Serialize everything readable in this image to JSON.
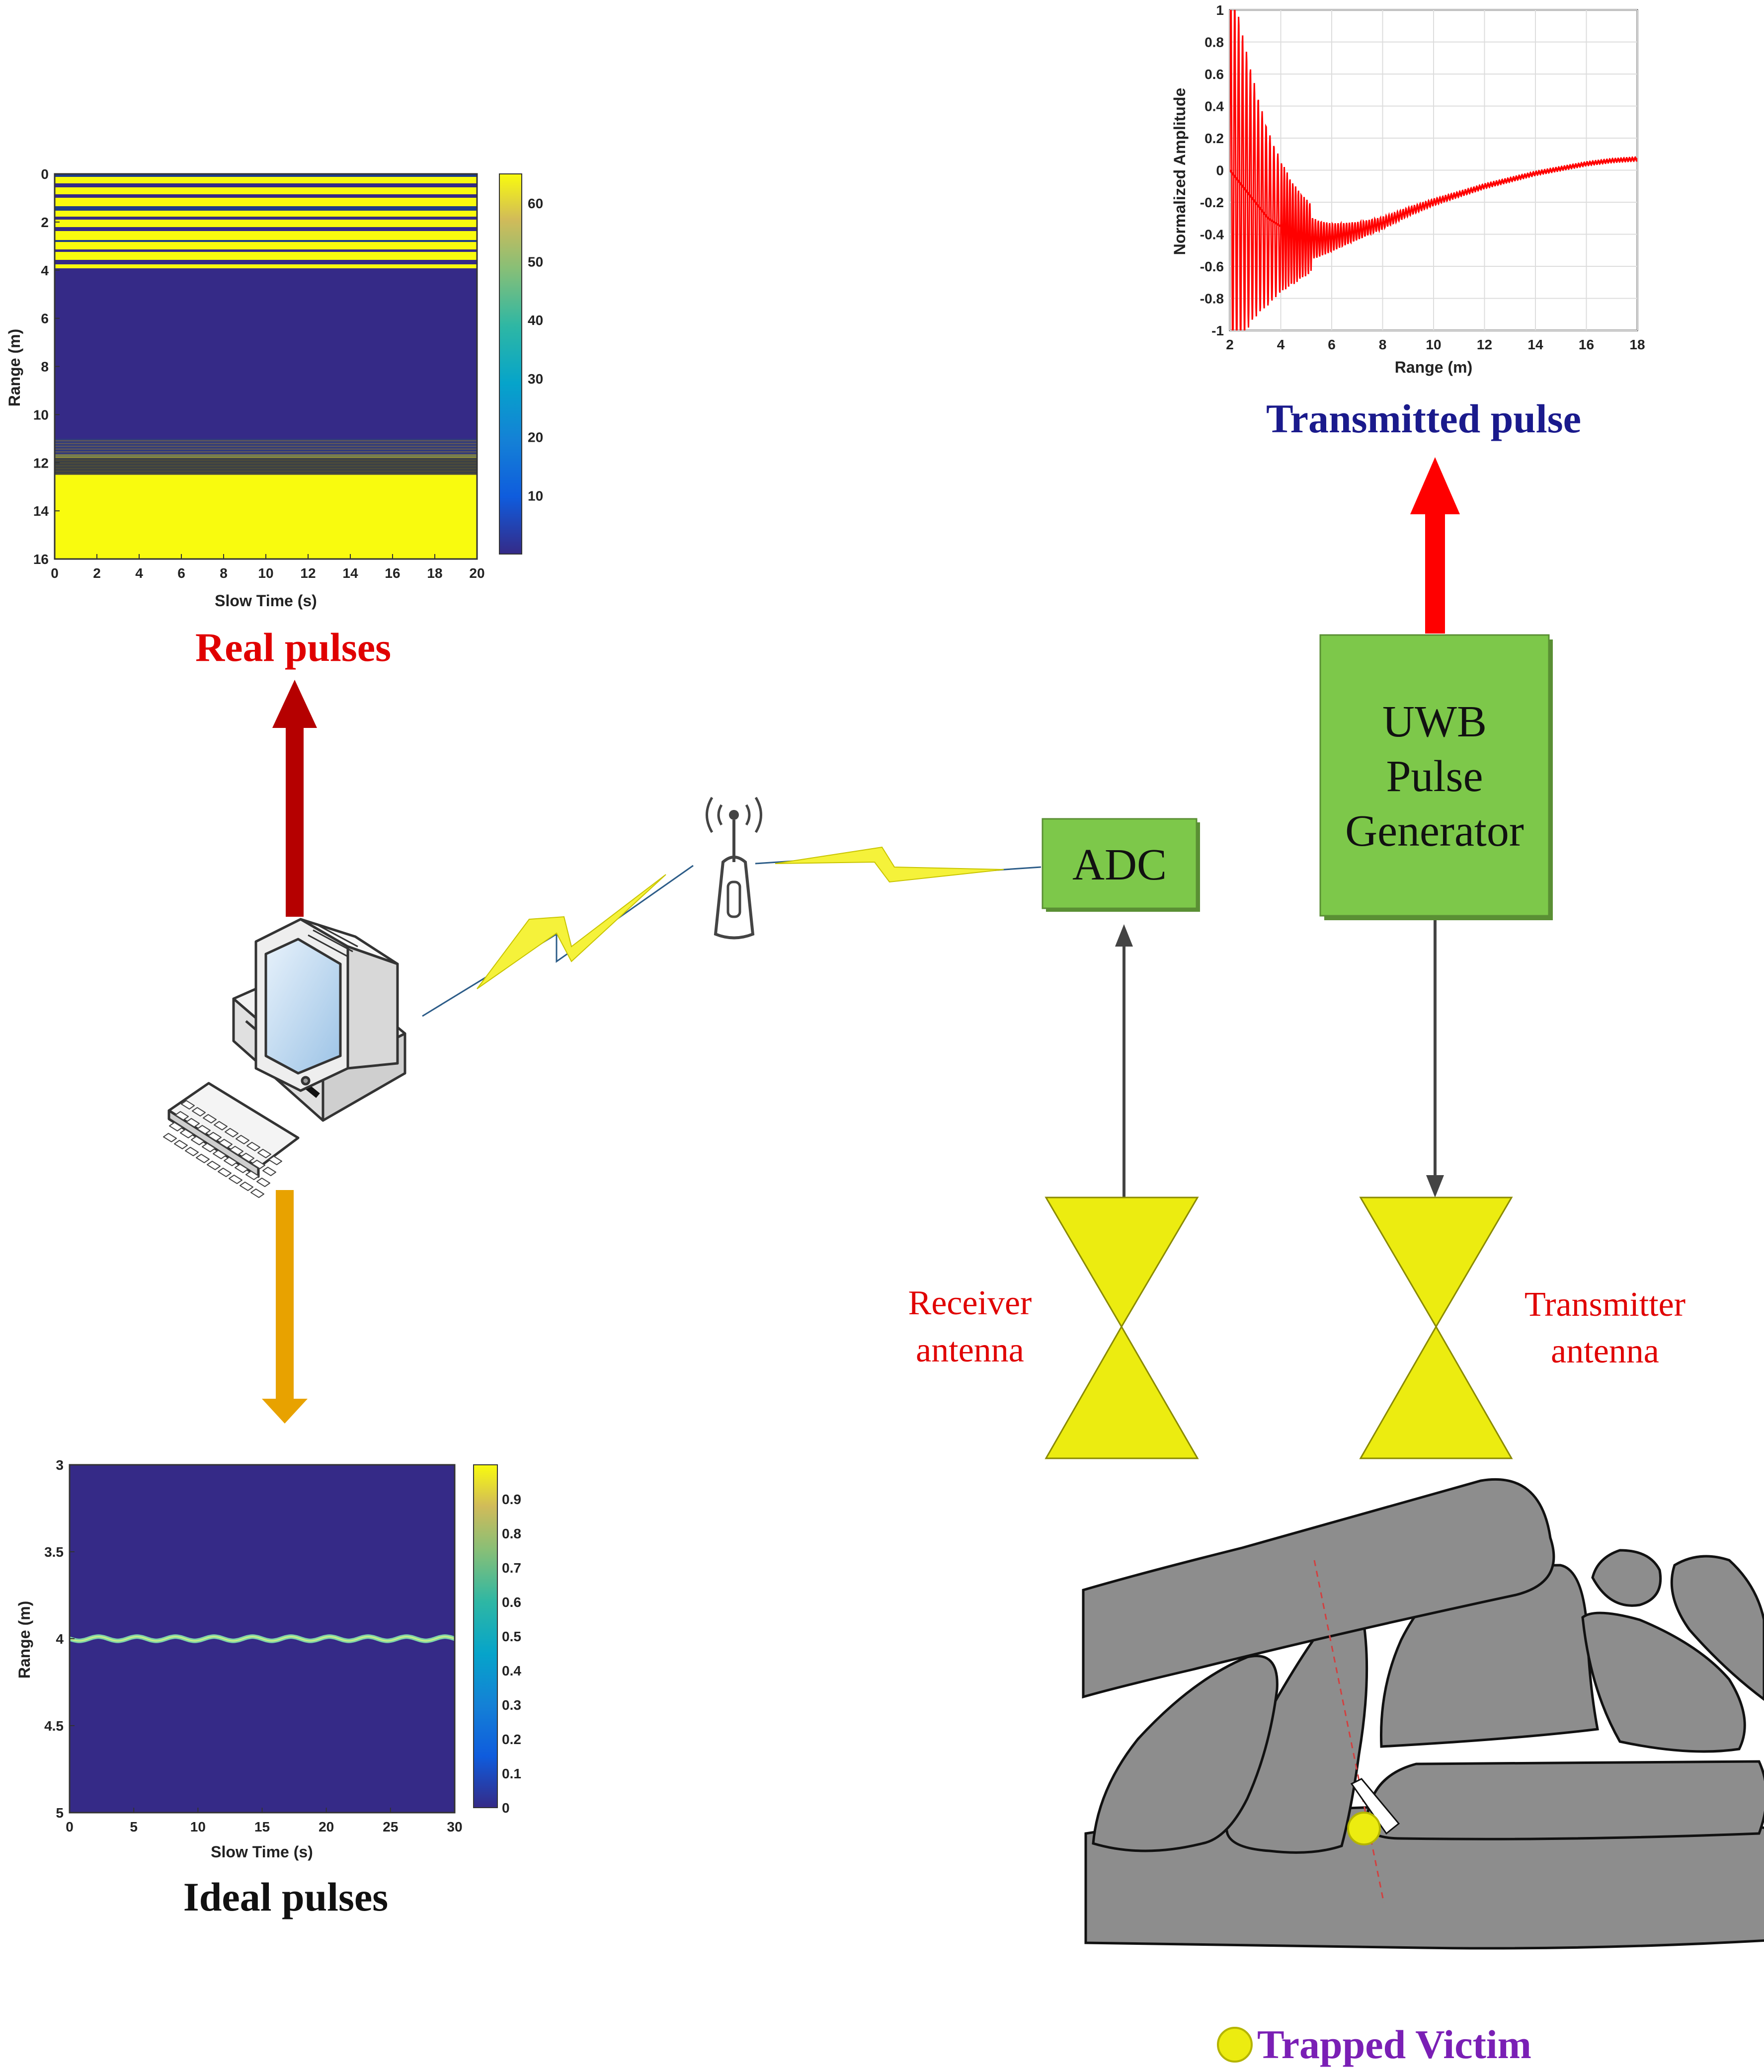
{
  "captions": {
    "real_pulses": "Real pulses",
    "ideal_pulses": "Ideal pulses",
    "transmitted_pulse": "Transmitted pulse",
    "trapped_victim": "Trapped Victim"
  },
  "boxes": {
    "adc": "ADC",
    "uwb_line1": "UWB",
    "uwb_line2": "Pulse",
    "uwb_line3": "Generator"
  },
  "antennas": {
    "receiver_line1": "Receiver",
    "receiver_line2": "antenna",
    "transmitter_line1": "Transmitter",
    "transmitter_line2": "antenna"
  },
  "colors": {
    "caption_red": "#e00000",
    "caption_blue": "#1a1a8c",
    "caption_black": "#111111",
    "caption_purple": "#7a1fb5",
    "box_green": "#7dc84a",
    "antenna_yellow": "#ecec10",
    "arrow_dark_red": "#b50000",
    "arrow_red": "#ff0000",
    "arrow_orange": "#e8a200",
    "parula_dark": "#352a87",
    "parula_yellow": "#f9fb0e",
    "rubble_gray": "#8d8d8d"
  },
  "icons": [
    "desktop-computer-icon",
    "wireless-router-icon",
    "lightning-link-icon",
    "trapped-victim-marker-icon"
  ],
  "chart_data": [
    {
      "id": "real_pulses",
      "type": "heatmap",
      "xlabel": "Slow Time (s)",
      "ylabel": "Range (m)",
      "xlim": [
        0,
        20
      ],
      "ylim": [
        16,
        0
      ],
      "xticks": [
        "0",
        "2",
        "4",
        "6",
        "8",
        "10",
        "12",
        "14",
        "16",
        "18",
        "20"
      ],
      "yticks": [
        "0",
        "2",
        "4",
        "6",
        "8",
        "10",
        "12",
        "14",
        "16"
      ],
      "colorbar_ticks": [
        "10",
        "20",
        "30",
        "40",
        "50",
        "60"
      ],
      "colorbar_range": [
        0,
        65
      ],
      "bands": [
        {
          "from_range": 0,
          "to_range": 4,
          "pattern": "alternating yellow/dark stripes"
        },
        {
          "from_range": 4,
          "to_range": 11.8,
          "level": 2
        },
        {
          "from_range": 11.8,
          "to_range": 12.5,
          "pattern": "mixed noise"
        },
        {
          "from_range": 12.5,
          "to_range": 16,
          "level": 64
        }
      ]
    },
    {
      "id": "ideal_pulses",
      "type": "heatmap",
      "xlabel": "Slow Time (s)",
      "ylabel": "Range (m)",
      "xlim": [
        0,
        30
      ],
      "ylim": [
        5,
        3
      ],
      "xticks": [
        "0",
        "5",
        "10",
        "15",
        "20",
        "25",
        "30"
      ],
      "yticks": [
        "3",
        "3.5",
        "4",
        "4.5",
        "5"
      ],
      "colorbar_ticks": [
        "0",
        "0.1",
        "0.2",
        "0.3",
        "0.4",
        "0.5",
        "0.6",
        "0.7",
        "0.8",
        "0.9"
      ],
      "colorbar_range": [
        0,
        1
      ],
      "background_level": 0,
      "trace": {
        "center_range": 4.0,
        "amplitude": 0.012,
        "cycles": 10,
        "level": 0.6
      }
    },
    {
      "id": "transmitted_pulse",
      "type": "line",
      "xlabel": "Range (m)",
      "ylabel": "Normalized Amplitude",
      "xlim": [
        2,
        18
      ],
      "ylim": [
        -1,
        1
      ],
      "xticks": [
        "2",
        "4",
        "6",
        "8",
        "10",
        "12",
        "14",
        "16",
        "18"
      ],
      "yticks": [
        "-1",
        "-0.8",
        "-0.6",
        "-0.4",
        "-0.2",
        "0",
        "0.2",
        "0.4",
        "0.6",
        "0.8",
        "1"
      ],
      "grid": true,
      "series": [
        {
          "color": "#ff0000",
          "x": [
            2.0,
            2.5,
            3.0,
            3.5,
            4.0,
            4.5,
            5.0,
            5.5,
            6.0,
            7.0,
            8.0,
            9.0,
            10.0,
            11.0,
            12.0,
            13.0,
            14.0,
            15.0,
            16.0,
            17.0,
            18.0
          ],
          "y": [
            0.0,
            -0.1,
            -0.2,
            -0.3,
            -0.35,
            -0.4,
            -0.42,
            -0.43,
            -0.42,
            -0.38,
            -0.33,
            -0.26,
            -0.2,
            -0.15,
            -0.1,
            -0.06,
            -0.02,
            0.01,
            0.04,
            0.06,
            0.07
          ]
        }
      ]
    }
  ]
}
